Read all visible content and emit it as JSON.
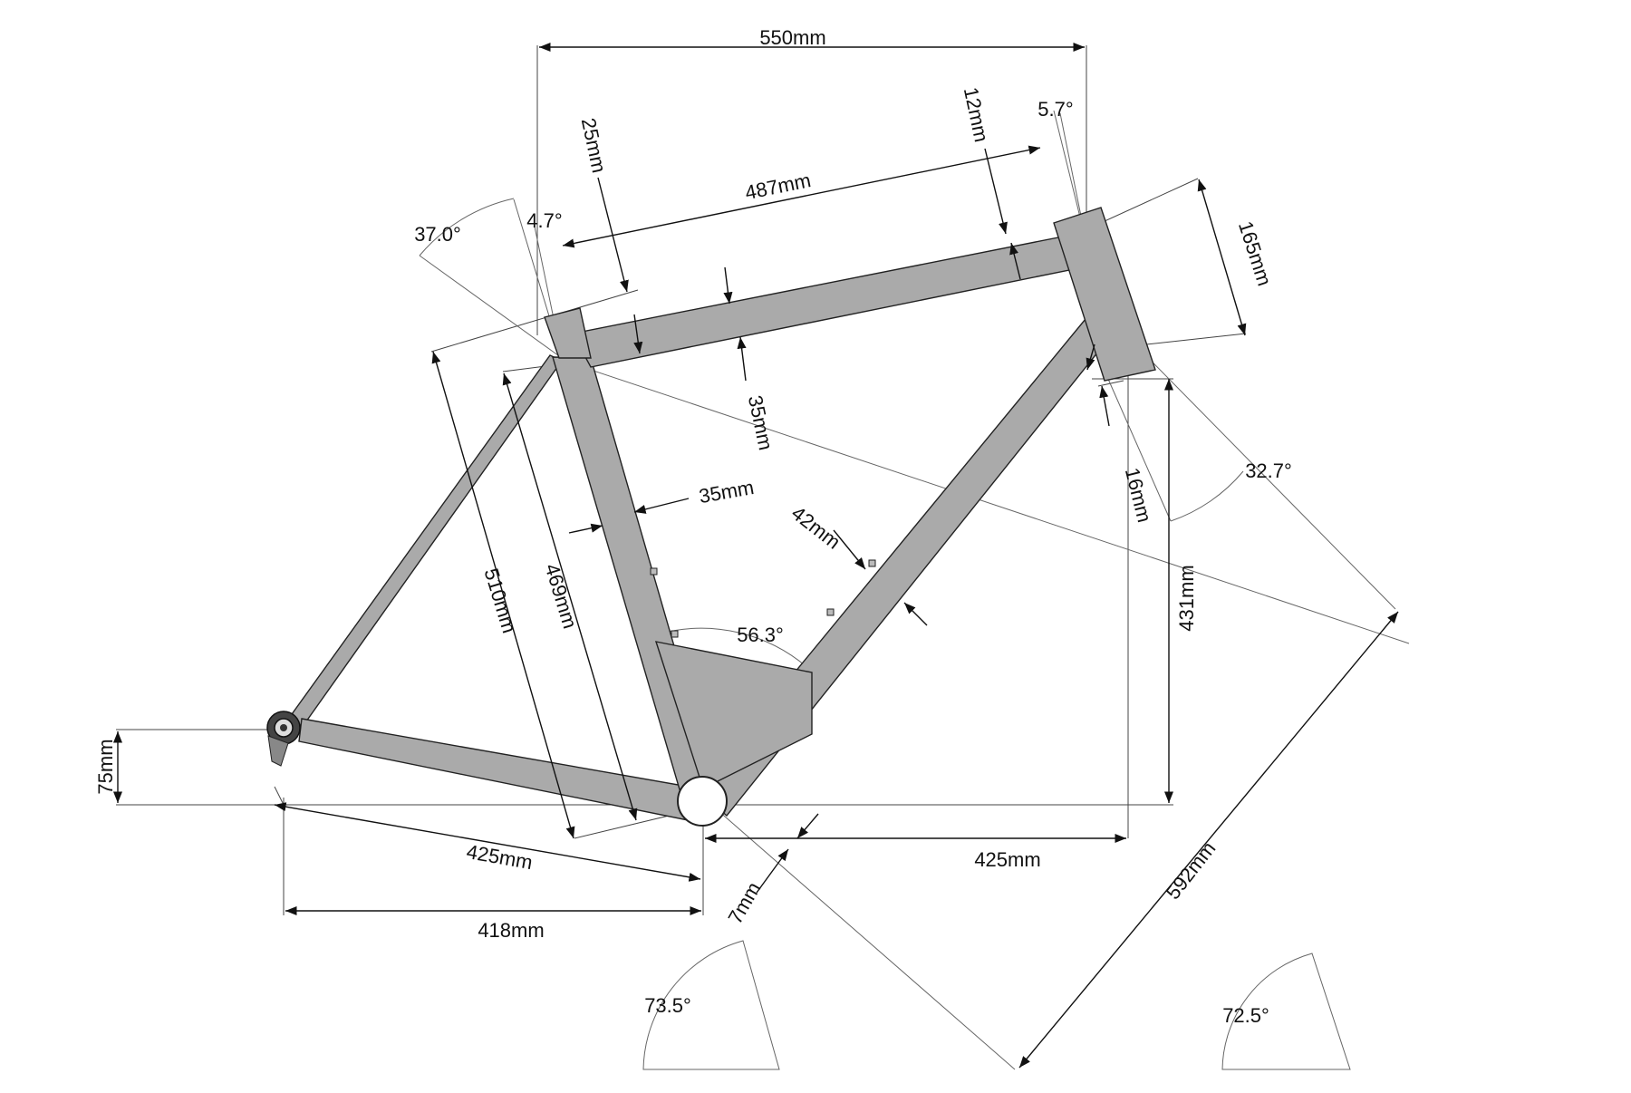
{
  "labels": {
    "top_length": "550mm",
    "top_tube_length": "487mm",
    "top_tube_drop_12": "12mm",
    "head_angle_small": "5.7°",
    "head_tube_length": "165mm",
    "seat_offset_25": "25mm",
    "seat_angle_small": "4.7°",
    "seat_stay_angle": "37.0°",
    "top_tube_dia": "35mm",
    "seat_tube_dia": "35mm",
    "down_tube_dia": "42mm",
    "fork_offset_16": "16mm",
    "head_angle_32": "32.7°",
    "stack_431": "431mm",
    "seat_tube_510": "510mm",
    "seat_tube_469": "469mm",
    "seat_down_angle": "56.3°",
    "bb_drop": "75mm",
    "chainstay": "425mm",
    "rear_center": "418mm",
    "front_center": "425mm",
    "bb_offset_7": "7mm",
    "reach_592": "592mm",
    "seat_angle": "73.5°",
    "head_angle": "72.5°"
  }
}
